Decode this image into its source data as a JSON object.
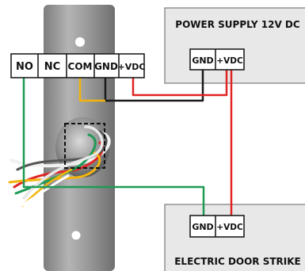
{
  "terminals": [
    "NO",
    "NC",
    "COM",
    "GND",
    "+VDC"
  ],
  "power_supply": {
    "title": "POWER SUPPLY 12V DC",
    "terminals": [
      "GND",
      "+VDC"
    ]
  },
  "door_strike": {
    "title": "ELECTRIC DOOR STRIKE",
    "terminals": [
      "GND",
      "+VDC"
    ]
  },
  "colors": {
    "wire_black": "#1a1a1a",
    "wire_red": "#e02424",
    "wire_green": "#1f9a55",
    "wire_yellow": "#f2b40c",
    "panel_fill": "#e8e8e8",
    "plate": "#9a9a9a"
  }
}
